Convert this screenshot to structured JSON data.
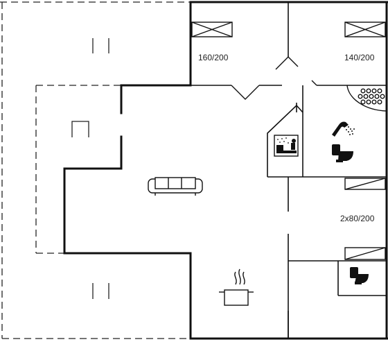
{
  "floorplan": {
    "colors": {
      "wall": "#111111",
      "dashed": "#222222",
      "background": "#ffffff"
    },
    "rooms": {
      "bedroom_1": {
        "bed_label": "160/200",
        "icon": "double-bed-icon"
      },
      "bedroom_2": {
        "bed_label": "140/200",
        "icon": "double-bed-icon"
      },
      "bedroom_3": {
        "bed_label": "2x80/200",
        "icon": "twin-bed-icon"
      },
      "bathroom": {
        "icons": [
          "whirlpool-tub-icon",
          "shower-icon",
          "toilet-icon"
        ]
      },
      "sauna": {
        "icon": "sauna-icon"
      },
      "living_room": {
        "icon": "sofa-icon"
      },
      "kitchen": {
        "icon": "cooking-pot-icon"
      },
      "toilet": {
        "icon": "toilet-icon"
      },
      "terraces": {
        "icons": [
          "terrace-icon",
          "terrace-icon",
          "terrace-icon"
        ]
      }
    }
  }
}
